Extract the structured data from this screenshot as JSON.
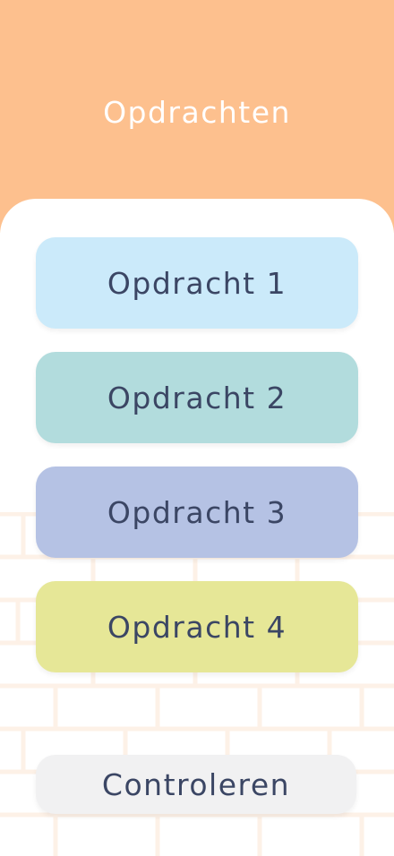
{
  "header": {
    "title": "Opdrachten"
  },
  "tasks": [
    {
      "label": "Opdracht 1",
      "color": "#cbeafa"
    },
    {
      "label": "Opdracht 2",
      "color": "#b2dcdd"
    },
    {
      "label": "Opdracht 3",
      "color": "#b5c2e4"
    },
    {
      "label": "Opdracht 4",
      "color": "#e6e797"
    }
  ],
  "check_button": {
    "label": "Controleren"
  },
  "colors": {
    "header": "#fdc08e",
    "text": "#3b4664",
    "brick_lines": "#fdf1e7"
  }
}
